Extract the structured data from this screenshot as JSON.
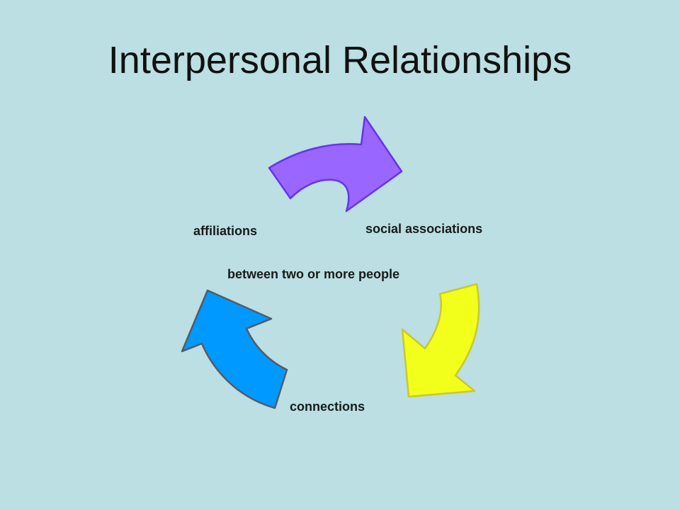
{
  "slide": {
    "title": "Interpersonal Relationships",
    "background_color": "#bbdfe2"
  },
  "cycle": {
    "center_label": "between two or more people",
    "nodes": [
      {
        "label": "social associations",
        "arrow_fill": "#9966ff",
        "arrow_stroke": "#6633ee"
      },
      {
        "label": "connections",
        "arrow_fill": "#f2ff1a",
        "arrow_stroke": "#c8c830"
      },
      {
        "label": "affiliations",
        "arrow_fill": "#0099ff",
        "arrow_stroke": "#555a66"
      }
    ]
  }
}
